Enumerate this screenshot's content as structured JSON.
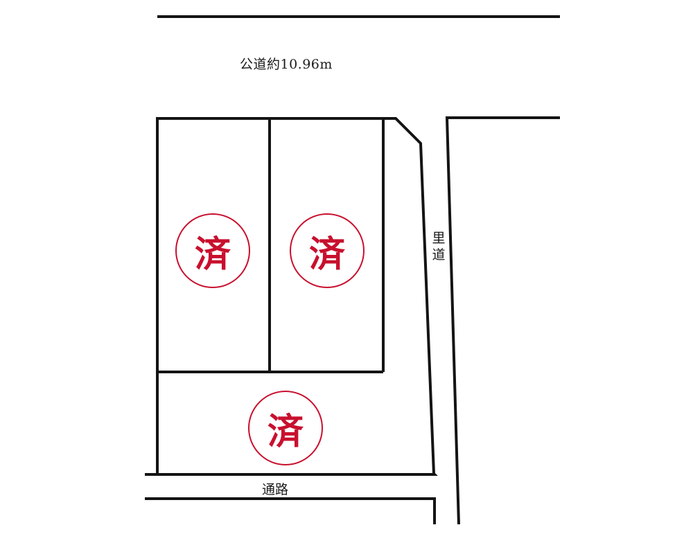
{
  "diagram": {
    "type": "site-plan",
    "roads": {
      "public_road_label": "公道約10.96m",
      "side_road_label_chars": [
        "里",
        "道"
      ],
      "passage_label": "通路"
    },
    "lots": [
      {
        "id": "lot-1",
        "position": "upper-left",
        "status": "済"
      },
      {
        "id": "lot-2",
        "position": "upper-right",
        "status": "済"
      },
      {
        "id": "lot-3",
        "position": "lower",
        "status": "済"
      }
    ],
    "colors": {
      "line": "#141414",
      "stamp": "#c8102e",
      "background": "#ffffff"
    }
  }
}
